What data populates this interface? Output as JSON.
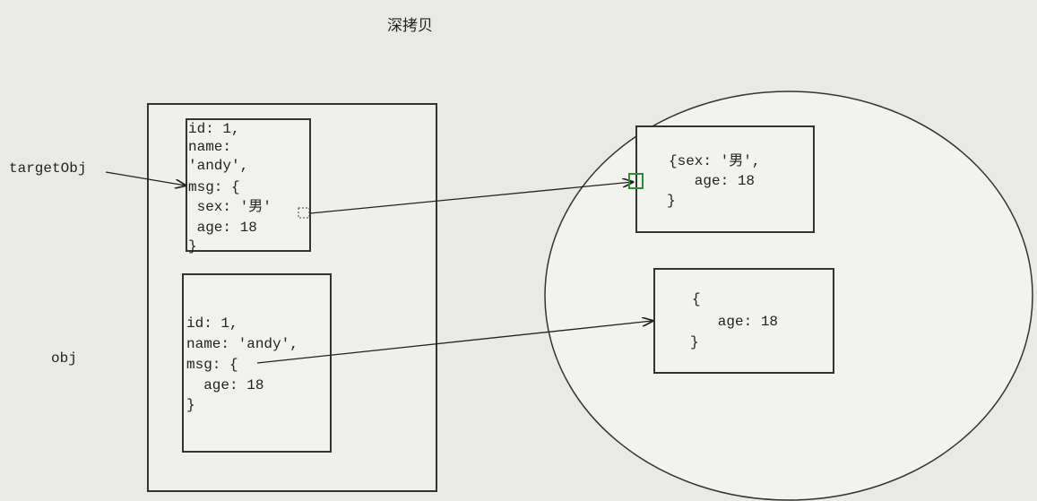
{
  "title": "深拷贝",
  "labels": {
    "target": "targetObj",
    "obj": "obj"
  },
  "target_box": {
    "lines": [
      "id: 1,",
      "name:",
      "'andy',",
      "msg: {",
      " sex: '男'",
      " age: 18",
      "}"
    ]
  },
  "obj_box": {
    "lines": [
      "id: 1,",
      "name: 'andy',",
      "msg: {",
      "  age: 18",
      "}"
    ]
  },
  "heap_box_1": {
    "lines": [
      "{sex: '男',",
      "   age: 18",
      "}"
    ]
  },
  "heap_box_2": {
    "lines": [
      "{",
      "   age: 18",
      "}"
    ]
  },
  "colors": {
    "background": "#e9e9e5",
    "ellipse_fill": "#f2f2ef",
    "stroke": "#222222",
    "highlight": "#2e8b2e"
  }
}
